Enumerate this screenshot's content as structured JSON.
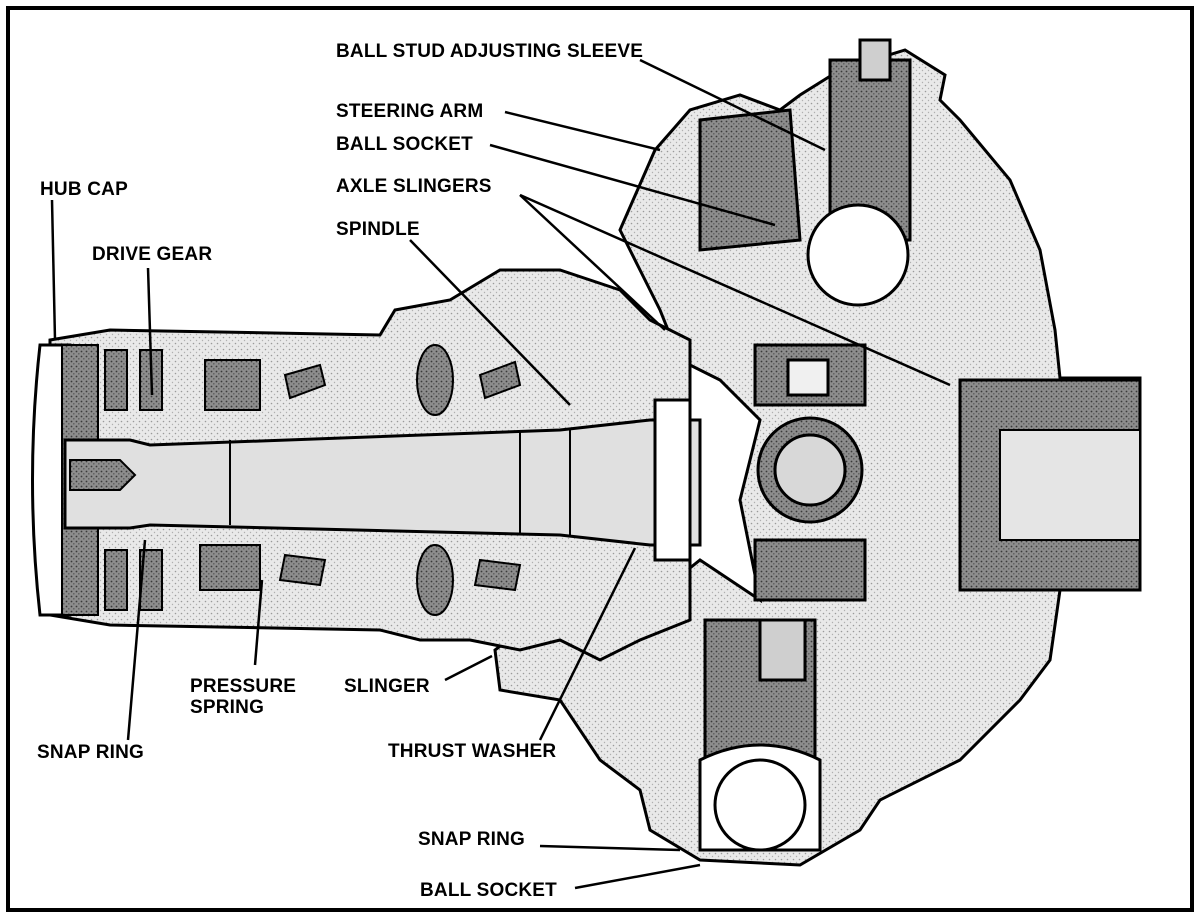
{
  "labels": {
    "ball_stud_adjusting_sleeve": "BALL STUD  ADJUSTING SLEEVE",
    "steering_arm": "STEERING ARM",
    "ball_socket_top": "BALL SOCKET",
    "hub_cap": "HUB CAP",
    "axle_slingers": "AXLE SLINGERS",
    "spindle": "SPINDLE",
    "drive_gear": "DRIVE GEAR",
    "pressure_spring_1": "PRESSURE",
    "pressure_spring_2": "SPRING",
    "slinger": "SLINGER",
    "snap_ring_left": "SNAP RING",
    "thrust_washer": "THRUST  WASHER",
    "snap_ring_bottom": "SNAP RING",
    "ball_socket_bottom": "BALL SOCKET"
  }
}
